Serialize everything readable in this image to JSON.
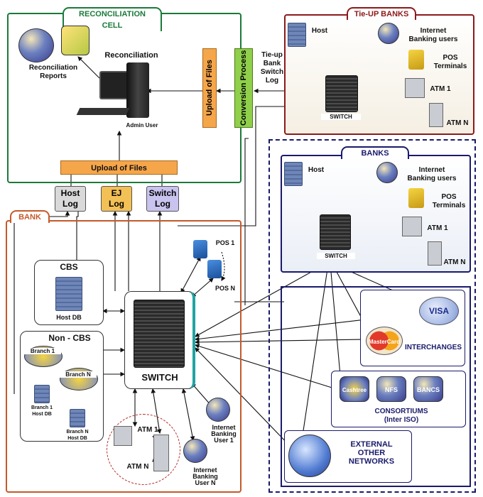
{
  "recon": {
    "title": "RECONCILIATION CELL",
    "reconciliation": "Reconciliation",
    "reports_line1": "Reconciliation",
    "reports_line2": "Reports",
    "admin": "Admin User",
    "upload_files_vertical": "Upload of Files",
    "upload_files_horizontal": "Upload of Files"
  },
  "conversion": {
    "label": "Conversion Process",
    "tieup_log_l1": "Tie-up",
    "tieup_log_l2": "Bank",
    "tieup_log_l3": "Switch",
    "tieup_log_l4": "Log"
  },
  "logs": {
    "host_l1": "Host",
    "host_l2": "Log",
    "ej_l1": "EJ",
    "ej_l2": "Log",
    "switch_l1": "Switch",
    "switch_l2": "Log"
  },
  "tieup": {
    "title": "Tie-UP BANKS",
    "host": "Host",
    "switch": "SWITCH",
    "ib_l1": "Internet",
    "ib_l2": "Banking users",
    "pos_l1": "POS",
    "pos_l2": "Terminals",
    "atm1": "ATM 1",
    "atmn": "ATM N"
  },
  "banks": {
    "title": "BANKS",
    "host": "Host",
    "switch": "SWITCH",
    "ib_l1": "Internet",
    "ib_l2": "Banking users",
    "pos_l1": "POS",
    "pos_l2": "Terminals",
    "atm1": "ATM 1",
    "atmn": "ATM N"
  },
  "interchanges": {
    "label": "INTERCHANGES",
    "visa": "VISA",
    "mastercard": "MasterCard"
  },
  "consortiums": {
    "label_l1": "CONSORTIUMS",
    "label_l2": "(Inter ISO)",
    "nfs": "NFS",
    "bancs": "BANCS",
    "cashtree": "Cashtree"
  },
  "external": {
    "l1": "EXTERNAL",
    "l2": "OTHER",
    "l3": "NETWORKS"
  },
  "bank": {
    "title": "BANK",
    "cbs": "CBS",
    "hostdb": "Host DB",
    "noncbs": "Non - CBS",
    "branch1": "Branch 1",
    "branchn": "Branch N",
    "b1db_l1": "Branch 1",
    "b1db_l2": "Host DB",
    "bndb_l1": "Branch N",
    "bndb_l2": "Host DB",
    "switch": "SWITCH",
    "pos1": "POS 1",
    "posn": "POS N",
    "atm1": "ATM 1",
    "atmn": "ATM N",
    "ib1_l1": "Internet",
    "ib1_l2": "Banking",
    "ib1_l3": "User 1",
    "ibn_l1": "Internet",
    "ibn_l2": "Banking",
    "ibn_l3": "User N"
  },
  "colors": {
    "recon_border": "#1a7a3a",
    "tieup_border": "#8b1a1a",
    "banks_border": "#1a1a6b",
    "bank_border": "#c45a2a",
    "upload_fill": "#f6a64a",
    "conversion_fill": "#8fcf4a",
    "hostlog_fill": "#d9d9d9",
    "ejlog_fill": "#f3c056",
    "switchlog_fill": "#c9c3ef"
  }
}
